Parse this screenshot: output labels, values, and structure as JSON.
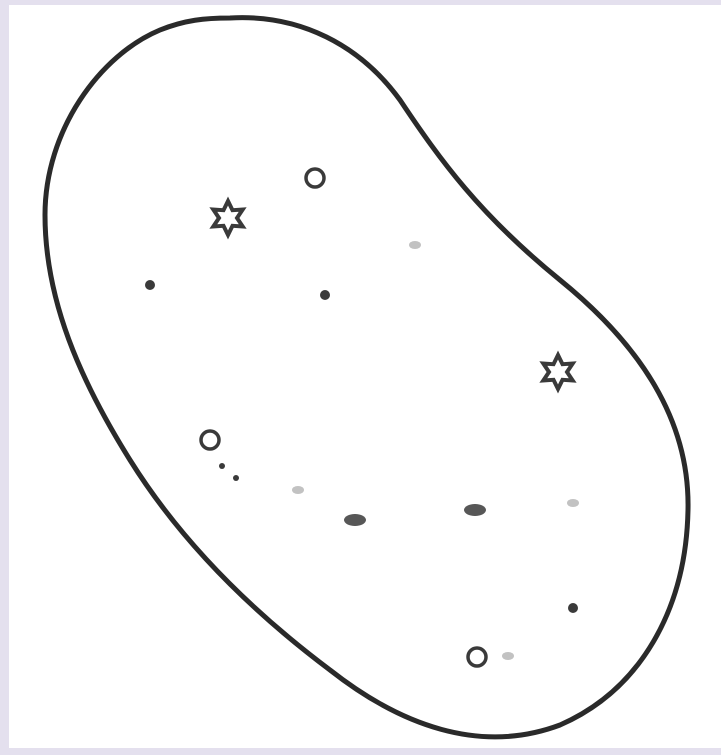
{
  "figure": {
    "description_free": true,
    "colors": {
      "background": "#ffffff",
      "frame": "#e4e0ee",
      "outline": "#2a2a2a",
      "speckle": "#3a3a3a",
      "faint_speckle": "#9a9a9a"
    },
    "marks": {
      "outline_shape": "closed-blob",
      "speckles": [
        {
          "kind": "star",
          "name": "star-speckle-upper-left"
        },
        {
          "kind": "ring",
          "name": "ring-speckle-top"
        },
        {
          "kind": "dot",
          "name": "dot-speckle-left"
        },
        {
          "kind": "dot",
          "name": "dot-speckle-center-top"
        },
        {
          "kind": "faint",
          "name": "faint-speckle-upper-right"
        },
        {
          "kind": "star",
          "name": "star-speckle-right"
        },
        {
          "kind": "ring",
          "name": "ring-speckle-mid-left"
        },
        {
          "kind": "dot",
          "name": "dot-speckle-mid-left-a"
        },
        {
          "kind": "dot",
          "name": "dot-speckle-mid-left-b"
        },
        {
          "kind": "faint",
          "name": "faint-speckle-center"
        },
        {
          "kind": "dash",
          "name": "dash-speckle-center"
        },
        {
          "kind": "dash",
          "name": "dash-speckle-center-right"
        },
        {
          "kind": "faint",
          "name": "faint-speckle-right"
        },
        {
          "kind": "dot",
          "name": "dot-speckle-lower-right"
        },
        {
          "kind": "ring",
          "name": "ring-speckle-bottom"
        },
        {
          "kind": "faint",
          "name": "faint-speckle-bottom"
        }
      ]
    }
  }
}
